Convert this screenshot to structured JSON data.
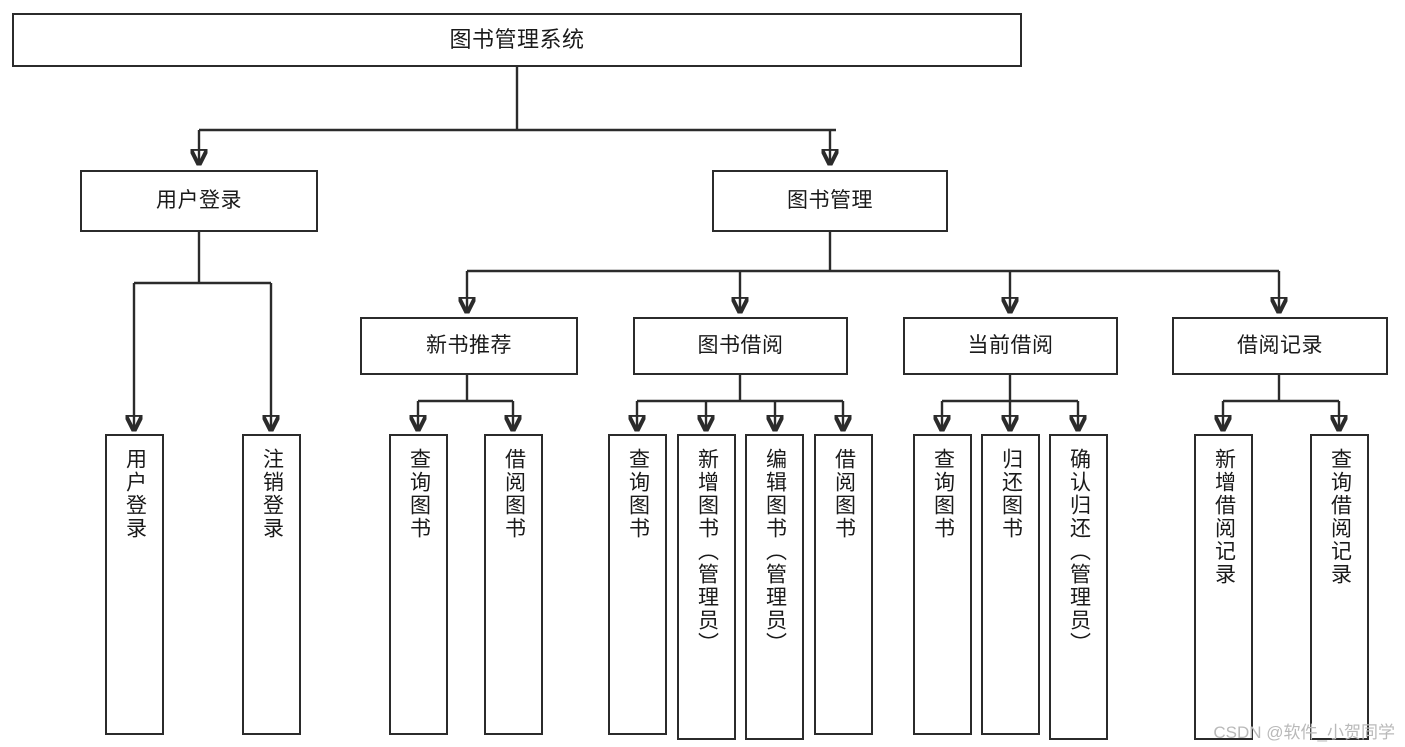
{
  "diagram": {
    "type": "tree",
    "title": "图书管理系统",
    "watermark": "CSDN @软件_小贺同学",
    "colors": {
      "stroke": "#2b2b2b",
      "box_fill": "#ffffff",
      "text": "#1a1a1a",
      "watermark": "#b9b9b9",
      "background": "#ffffff"
    },
    "nodes": {
      "root": {
        "label": "图书管理系统"
      },
      "level1": [
        {
          "label": "用户登录"
        },
        {
          "label": "图书管理"
        }
      ],
      "level2": [
        {
          "label": "新书推荐"
        },
        {
          "label": "图书借阅"
        },
        {
          "label": "当前借阅"
        },
        {
          "label": "借阅记录"
        }
      ],
      "leaves": {
        "user_login": [
          {
            "label": "用户登录"
          },
          {
            "label": "注销登录"
          }
        ],
        "new_book": [
          {
            "label": "查询图书"
          },
          {
            "label": "借阅图书"
          }
        ],
        "book_borrow": [
          {
            "label": "查询图书"
          },
          {
            "label": "新增图书（管理员）"
          },
          {
            "label": "编辑图书（管理员）"
          },
          {
            "label": "借阅图书"
          }
        ],
        "current_borrow": [
          {
            "label": "查询图书"
          },
          {
            "label": "归还图书"
          },
          {
            "label": "确认归还（管理员）"
          }
        ],
        "borrow_record": [
          {
            "label": "新增借阅记录"
          },
          {
            "label": "查询借阅记录"
          }
        ]
      }
    }
  }
}
